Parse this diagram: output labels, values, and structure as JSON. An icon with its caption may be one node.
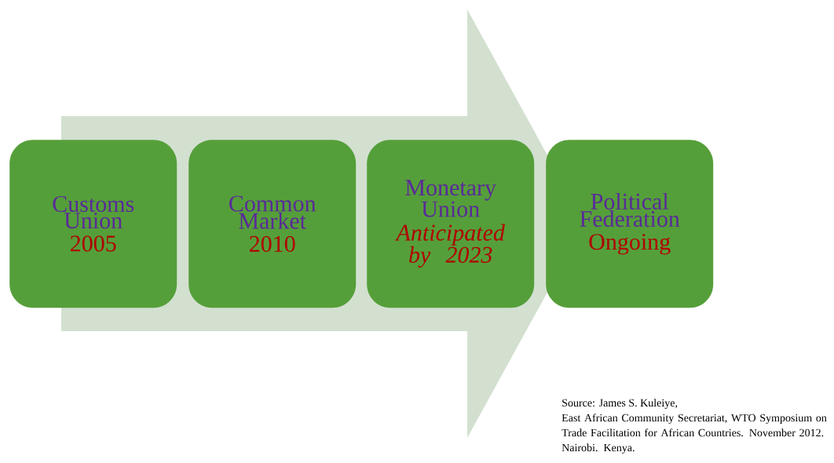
{
  "diagram": {
    "nodes": [
      {
        "text": [
          "Customs Union",
          "2005"
        ]
      },
      {
        "text": [
          "Common Market",
          "2010"
        ]
      },
      {
        "text": [
          "Monetary Union",
          "Anticipated by 2023"
        ]
      },
      {
        "text": [
          "Political Federation",
          "Ongoing"
        ]
      }
    ],
    "edges": [
      {
        "from": 0,
        "to": 3,
        "arrow": "to"
      }
    ],
    "labels": [
      "Source: James S. Kuleiye,",
      "East African Community Secretariat, WTO Symposium on Trade Facilitation for African Countries. November 2012. Nairobi. Kenya."
    ]
  }
}
